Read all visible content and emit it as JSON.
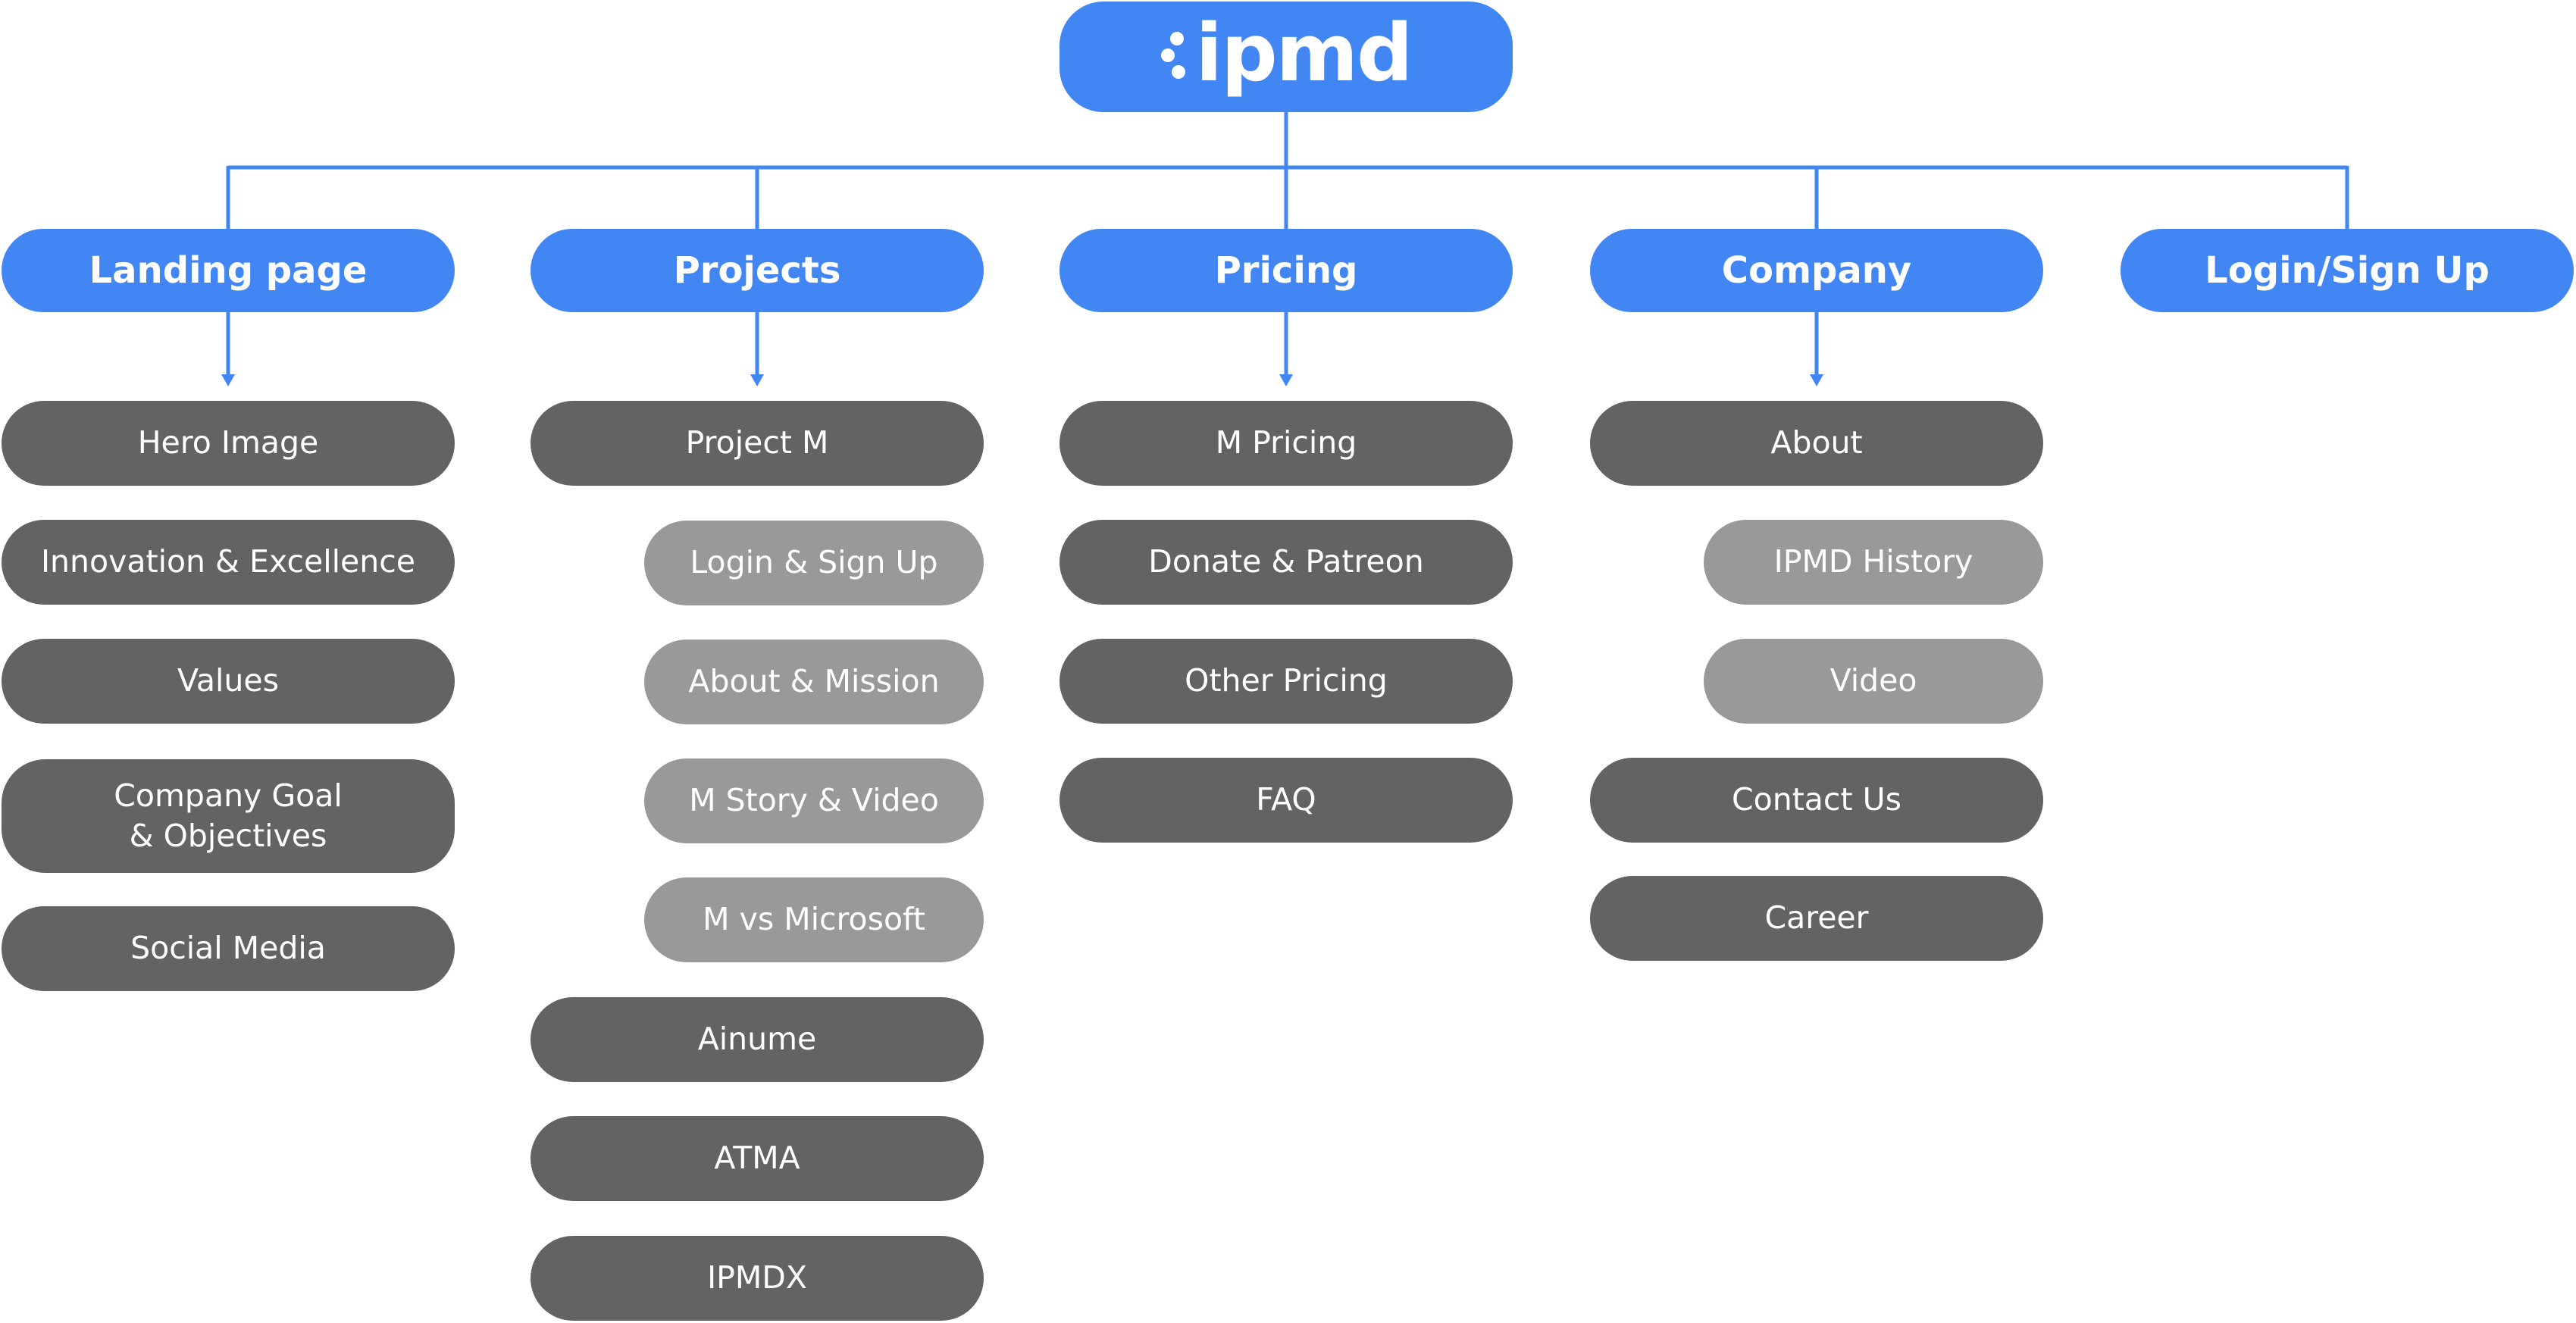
{
  "root": {
    "label": "ipmd"
  },
  "colors": {
    "accent": "#4286f4",
    "page_node": "#636363",
    "subpage_node": "#999999",
    "connector": "#4286f4",
    "text": "#ffffff"
  },
  "sections": [
    {
      "label": "Landing page",
      "children": [
        {
          "label": "Hero Image",
          "level": 1
        },
        {
          "label": "Innovation & Excellence",
          "level": 1
        },
        {
          "label": "Values",
          "level": 1
        },
        {
          "label": "Company Goal\n& Objectives",
          "level": 1
        },
        {
          "label": "Social Media",
          "level": 1
        }
      ]
    },
    {
      "label": "Projects",
      "children": [
        {
          "label": "Project M",
          "level": 1
        },
        {
          "label": "Login & Sign Up",
          "level": 2
        },
        {
          "label": "About & Mission",
          "level": 2
        },
        {
          "label": "M Story & Video",
          "level": 2
        },
        {
          "label": "M vs Microsoft",
          "level": 2
        },
        {
          "label": "Ainume",
          "level": 1
        },
        {
          "label": "ATMA",
          "level": 1
        },
        {
          "label": "IPMDX",
          "level": 1
        }
      ]
    },
    {
      "label": "Pricing",
      "children": [
        {
          "label": "M Pricing",
          "level": 1
        },
        {
          "label": "Donate & Patreon",
          "level": 1
        },
        {
          "label": "Other Pricing",
          "level": 1
        },
        {
          "label": "FAQ",
          "level": 1
        }
      ]
    },
    {
      "label": "Company",
      "children": [
        {
          "label": "About",
          "level": 1
        },
        {
          "label": "IPMD History",
          "level": 2
        },
        {
          "label": "Video",
          "level": 2
        },
        {
          "label": "Contact Us",
          "level": 1
        },
        {
          "label": "Career",
          "level": 1
        }
      ]
    },
    {
      "label": "Login/Sign Up",
      "children": []
    }
  ]
}
